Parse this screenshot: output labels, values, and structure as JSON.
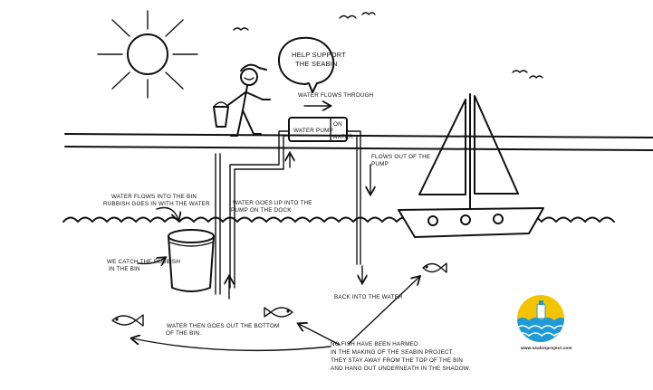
{
  "speech_bubble": {
    "line1": "HELP SUPPORT",
    "line2": "THE SEABIN"
  },
  "pump": {
    "label": "WATER PUMP",
    "indicator": "ON",
    "outlet": "WATER"
  },
  "labels": {
    "flows_through": "WATER FLOWS THROUGH",
    "flows_out_1": "FLOWS OUT OF THE",
    "flows_out_2": "PUMP",
    "flows_into_1": "WATER FLOWS INTO THE BIN",
    "flows_into_2": "RUBBISH GOES IN WITH THE WATER",
    "goes_up_1": "WATER GOES UP INTO THE",
    "goes_up_2": "PUMP ON THE DOCK",
    "catch_1": "WE CATCH THE RUBBISH",
    "catch_2": "IN THE BIN",
    "back_into": "BACK INTO THE WATER",
    "out_bottom_1": "WATER THEN GOES OUT THE BOTTOM",
    "out_bottom_2": "OF THE BIN.",
    "fish_1": "NO FISH HAVE BEEN HARMED",
    "fish_2": "IN THE MAKING OF THE SEABIN PROJECT.",
    "fish_3": "THEY STAY AWAY FROM THE TOP OF THE BIN",
    "fish_4": "AND HANG OUT UNDERNEATH IN THE SHADOW."
  },
  "logo": {
    "url": "www.seabinproject.com"
  },
  "colors": {
    "ink": "#111111",
    "logo_yellow": "#f5c400",
    "logo_blue": "#1e9ad6"
  }
}
